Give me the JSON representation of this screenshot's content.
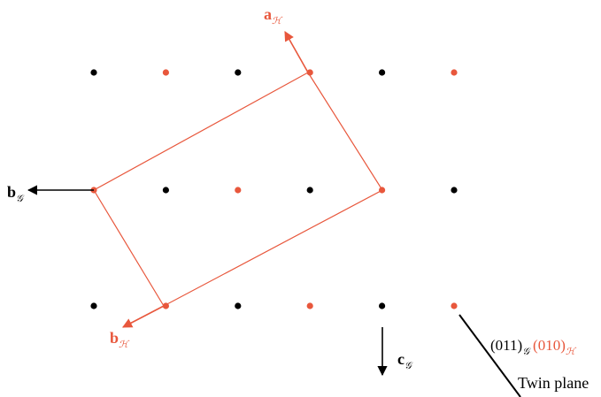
{
  "colors": {
    "black": "#000000",
    "red": "#e8573c"
  },
  "lattice": {
    "rows": [
      {
        "y_index": 0,
        "dots": [
          "black",
          "red",
          "black",
          "red",
          "black",
          "red"
        ]
      },
      {
        "y_index": 1,
        "dots": [
          "red",
          "black",
          "red",
          "black",
          "red",
          "black"
        ]
      },
      {
        "y_index": 2,
        "dots": [
          "black",
          "red",
          "black",
          "red",
          "black",
          "red"
        ]
      }
    ]
  },
  "vectors": {
    "a_H": {
      "main": "a",
      "sub": "ℋ"
    },
    "b_G": {
      "main": "b",
      "sub": "𝒢"
    },
    "b_H": {
      "main": "b",
      "sub": "ℋ"
    },
    "c_G": {
      "main": "c",
      "sub": "𝒢"
    }
  },
  "twin_plane": {
    "g_index": "(011)",
    "g_sub": "𝒢",
    "h_index": "(010)",
    "h_sub": "ℋ",
    "label": "Twin plane"
  }
}
